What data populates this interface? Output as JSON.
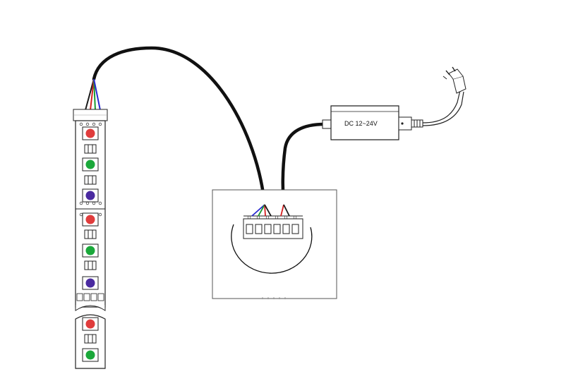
{
  "diagram": {
    "power_supply": {
      "label": "DC 12~24V"
    },
    "wire_colors": {
      "common": "#1a1a1a",
      "red": "#d42020",
      "green": "#1a9a30",
      "blue": "#2a2ad0",
      "cable": "#111111"
    },
    "led_colors": {
      "red": "#e03c3c",
      "green": "#1aa83a",
      "blue": "#4a2aa0"
    },
    "icons": [
      "led-strip",
      "connector-plug",
      "wall-controller",
      "power-adapter",
      "ac-plug"
    ]
  }
}
